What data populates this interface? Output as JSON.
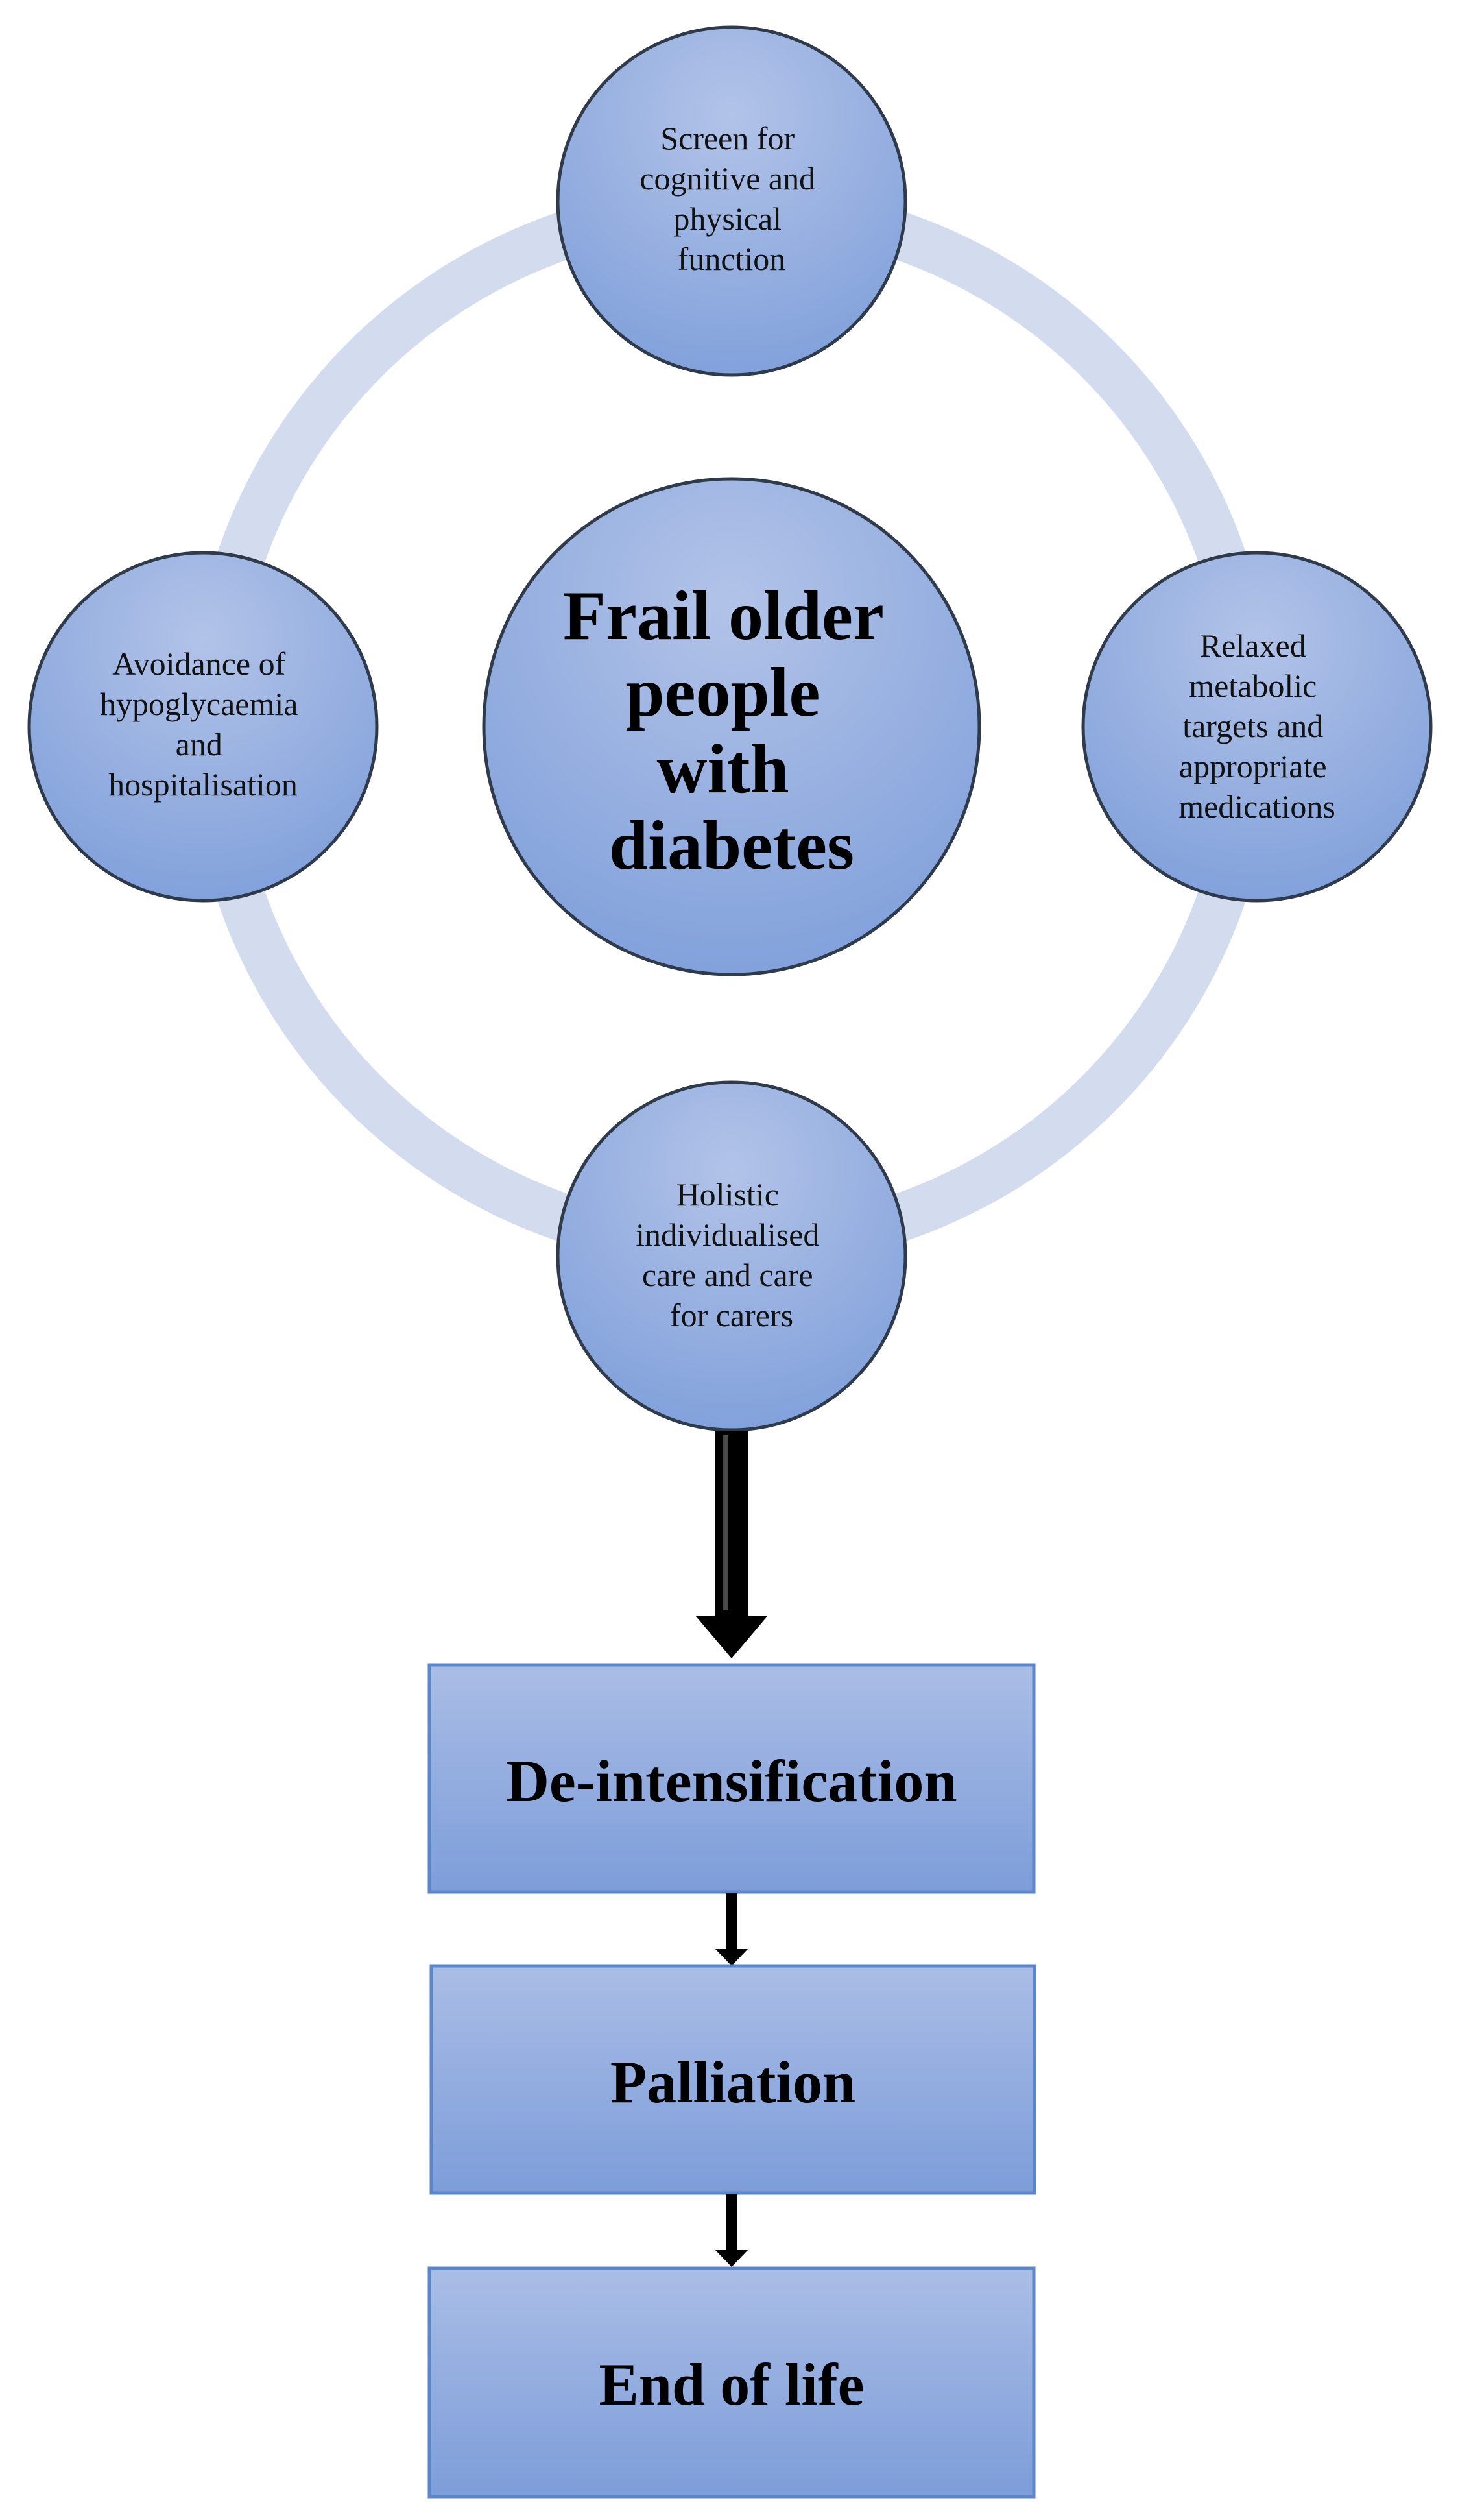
{
  "center": {
    "lines": [
      "Frail older",
      "people",
      "with",
      "diabetes"
    ]
  },
  "satellites": [
    {
      "id": "top",
      "lines": [
        "Screen for",
        "cognitive and",
        "physical",
        "function"
      ]
    },
    {
      "id": "right",
      "lines": [
        "Relaxed",
        "metabolic",
        "targets and",
        "appropriate",
        "medications"
      ]
    },
    {
      "id": "bottom",
      "lines": [
        "Holistic",
        "individualised",
        "care and care",
        "for carers"
      ]
    },
    {
      "id": "left",
      "lines": [
        "Avoidance of",
        "hypoglycaemia",
        "and",
        "hospitalisation"
      ]
    }
  ],
  "steps": [
    {
      "label": "De-intensification"
    },
    {
      "label": "Palliation"
    },
    {
      "label": "End of life"
    }
  ],
  "colors": {
    "ring": "#d3dbee",
    "node_light": "#a9bbe4",
    "node_dark": "#7b9bd8",
    "outline": "#2f3a4a",
    "box_border": "#5b86c9",
    "arrow": "#000000"
  }
}
